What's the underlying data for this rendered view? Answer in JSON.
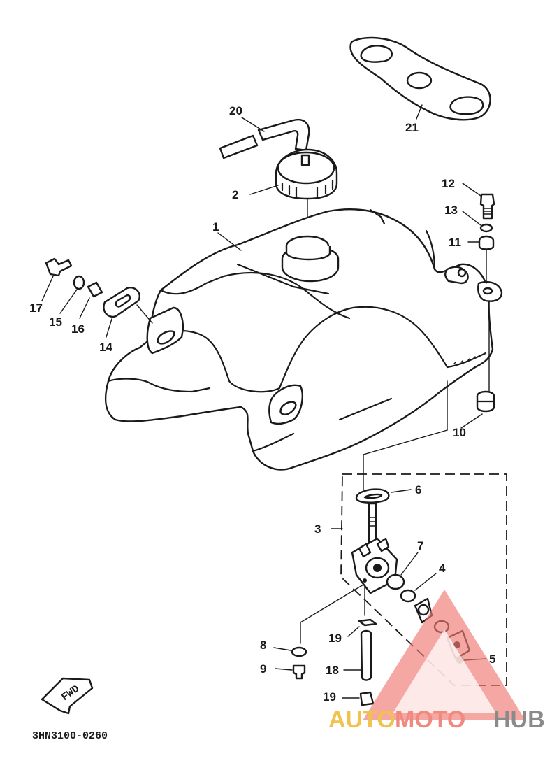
{
  "diagram": {
    "code": "3HN3100-0260",
    "fwd_label": "FWD",
    "callouts": {
      "p1": "1",
      "p2": "2",
      "p3": "3",
      "p4": "4",
      "p5": "5",
      "p6": "6",
      "p7": "7",
      "p8": "8",
      "p9": "9",
      "p10": "10",
      "p11": "11",
      "p12": "12",
      "p13": "13",
      "p14": "14",
      "p15": "15",
      "p16": "16",
      "p17": "17",
      "p18": "18",
      "p19a": "19",
      "p19b": "19",
      "p20": "20",
      "p21": "21"
    }
  },
  "watermark": {
    "part1": "AUTO",
    "part2": "MOTO",
    "part3": "HUB",
    "colors": {
      "auto": "#f2c14e",
      "moto": "#f08a80",
      "hub": "#8a8a8a",
      "triangle": "#f07a72"
    }
  }
}
